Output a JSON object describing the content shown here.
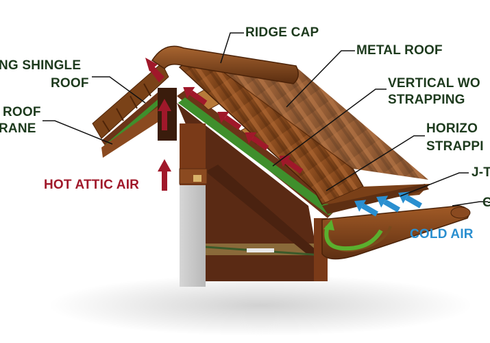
{
  "labels": {
    "ridge_cap": "RIDGE CAP",
    "metal_roof": "METAL ROOF",
    "shingle_line1": "NG SHINGLE",
    "shingle_line2": "ROOF",
    "vertical_line1": "VERTICAL WO",
    "vertical_line2": "STRAPPING",
    "membrane_line1": "ROOF",
    "membrane_line2": "RANE",
    "horizontal_line1": "HORIZO",
    "horizontal_line2": "STRAPPI",
    "j_trim": "J-T",
    "gutter": "G",
    "hot_attic_air": "HOT ATTIC AIR",
    "cold_air": "COLD AIR"
  },
  "colors": {
    "label_text": "#1d3a1d",
    "hot_air": "#a0182a",
    "cold_air": "#2a8fd0",
    "metal_roof": "#8a4a1c",
    "wood": "#6b3418",
    "membrane": "#3f8f2c",
    "concrete": "#c8c8c8"
  }
}
